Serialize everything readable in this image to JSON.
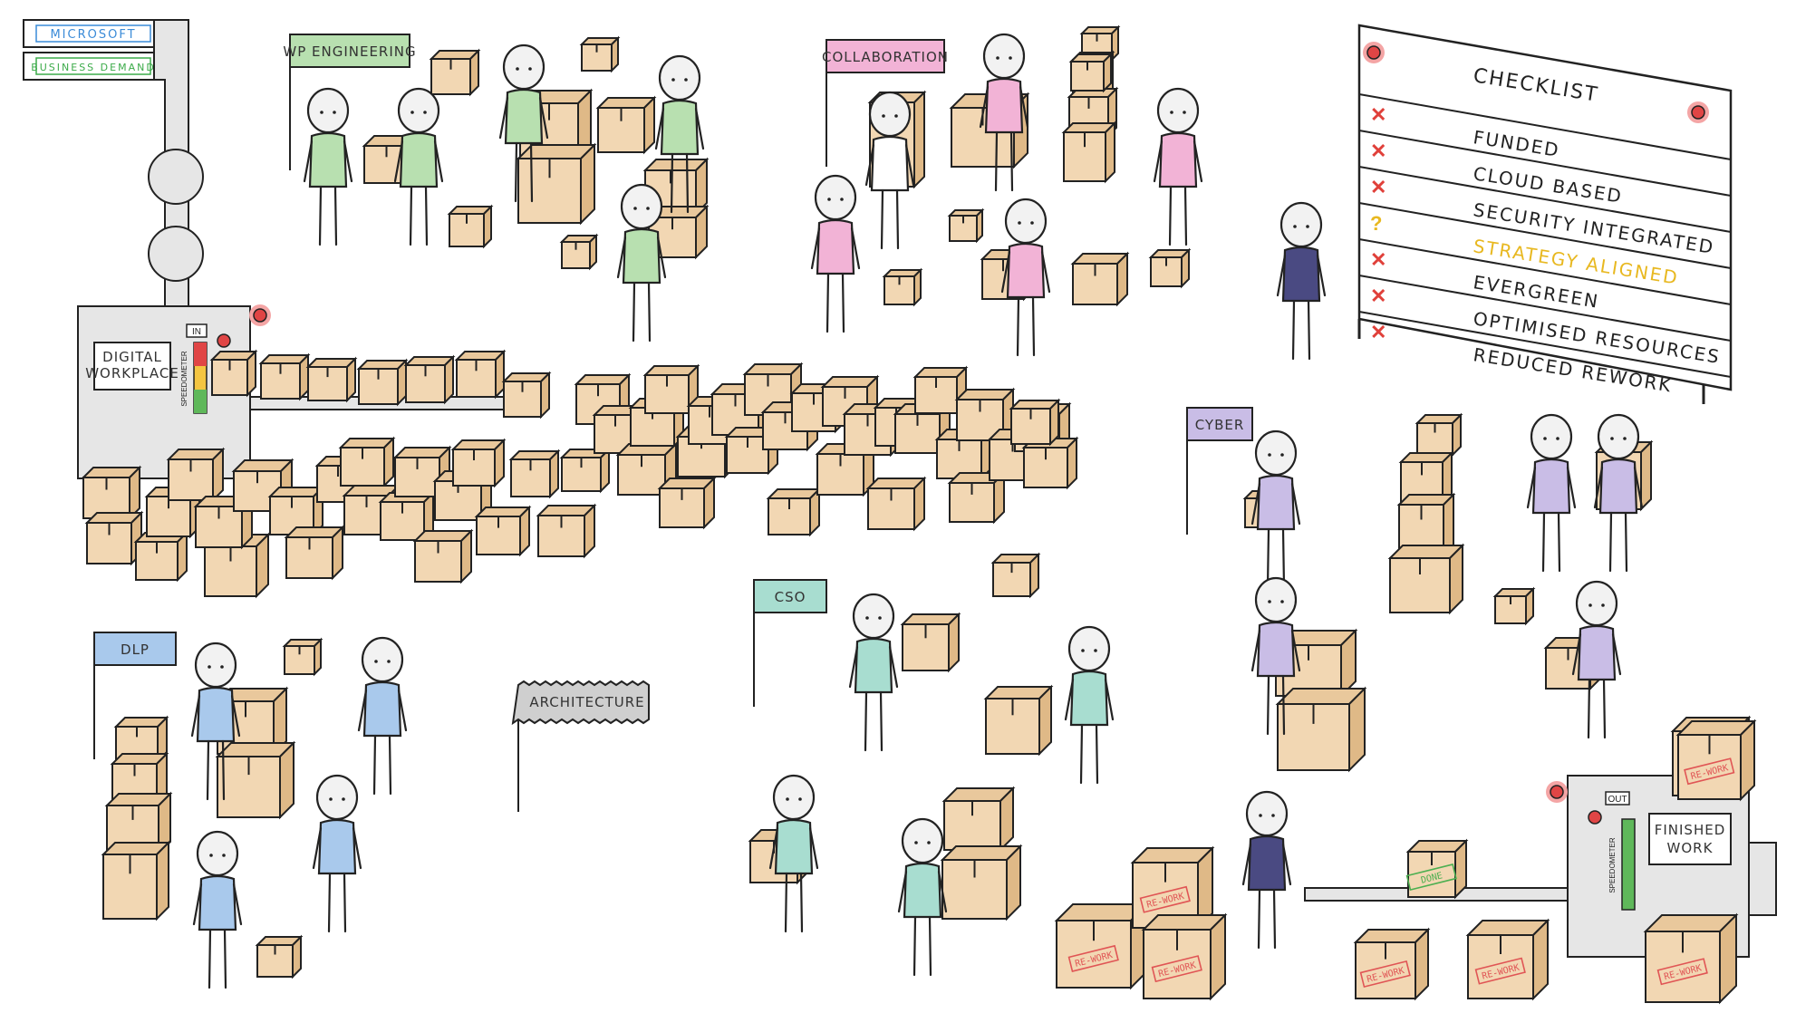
{
  "header_signs": {
    "microsoft": "MICROSOFT",
    "business_demand": "BUSINESS DEMAND"
  },
  "machines": {
    "input": {
      "label_line1": "DIGITAL",
      "label_line2": "WORKPLACE",
      "tag": "IN",
      "gauge": "SPEEDOMETER"
    },
    "output": {
      "label_line1": "FINISHED",
      "label_line2": "WORK",
      "tag": "OUT",
      "gauge": "SPEEDOMETER"
    }
  },
  "team_flags": [
    {
      "id": "wp-engineering",
      "label": "WP ENGINEERING",
      "color": "#b8e0b0"
    },
    {
      "id": "collaboration",
      "label": "COLLABORATION",
      "color": "#f2b3d6"
    },
    {
      "id": "cyber",
      "label": "CYBER",
      "color": "#c9bde6"
    },
    {
      "id": "cso",
      "label": "CSO",
      "color": "#a8ddd0"
    },
    {
      "id": "dlp",
      "label": "DLP",
      "color": "#a9c9ec"
    },
    {
      "id": "architecture",
      "label": "ARCHITECTURE",
      "color": "#cfcfcf"
    }
  ],
  "checklist": {
    "title": "CHECKLIST",
    "items": [
      {
        "label": "FUNDED",
        "mark": "✕",
        "status": "fail"
      },
      {
        "label": "CLOUD BASED",
        "mark": "✕",
        "status": "fail"
      },
      {
        "label": "SECURITY INTEGRATED",
        "mark": "✕",
        "status": "fail"
      },
      {
        "label": "STRATEGY ALIGNED",
        "mark": "?",
        "status": "unknown"
      },
      {
        "label": "EVERGREEN",
        "mark": "✕",
        "status": "fail"
      },
      {
        "label": "OPTIMISED RESOURCES",
        "mark": "✕",
        "status": "fail"
      },
      {
        "label": "REDUCED REWORK",
        "mark": "✕",
        "status": "fail"
      }
    ]
  },
  "box_stamps": {
    "rework": "RE-WORK",
    "done": "DONE"
  },
  "colors": {
    "box": "#f2d7b3",
    "fail": "#e0403a",
    "unknown": "#e8b820",
    "alarm": "#e04545",
    "machine": "#e6e6e6"
  }
}
